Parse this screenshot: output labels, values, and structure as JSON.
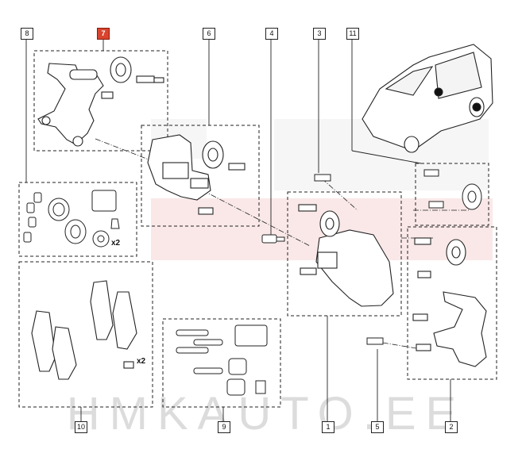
{
  "diagram": {
    "watermark_text": "HMKAUTO.EE",
    "colors": {
      "highlight": "#d9442e",
      "line": "#222222",
      "wm_red": "#f3c8c8",
      "wm_gray": "#e6e6e6"
    },
    "callouts": {
      "c1": "1",
      "c2": "2",
      "c3": "3",
      "c4": "4",
      "c5": "5",
      "c6": "6",
      "c7": "7",
      "c8": "8",
      "c9": "9",
      "c10": "10",
      "c11": "11"
    },
    "highlighted_callout": "7",
    "quantity_labels": {
      "q8": "x2",
      "q10": "x2"
    }
  }
}
